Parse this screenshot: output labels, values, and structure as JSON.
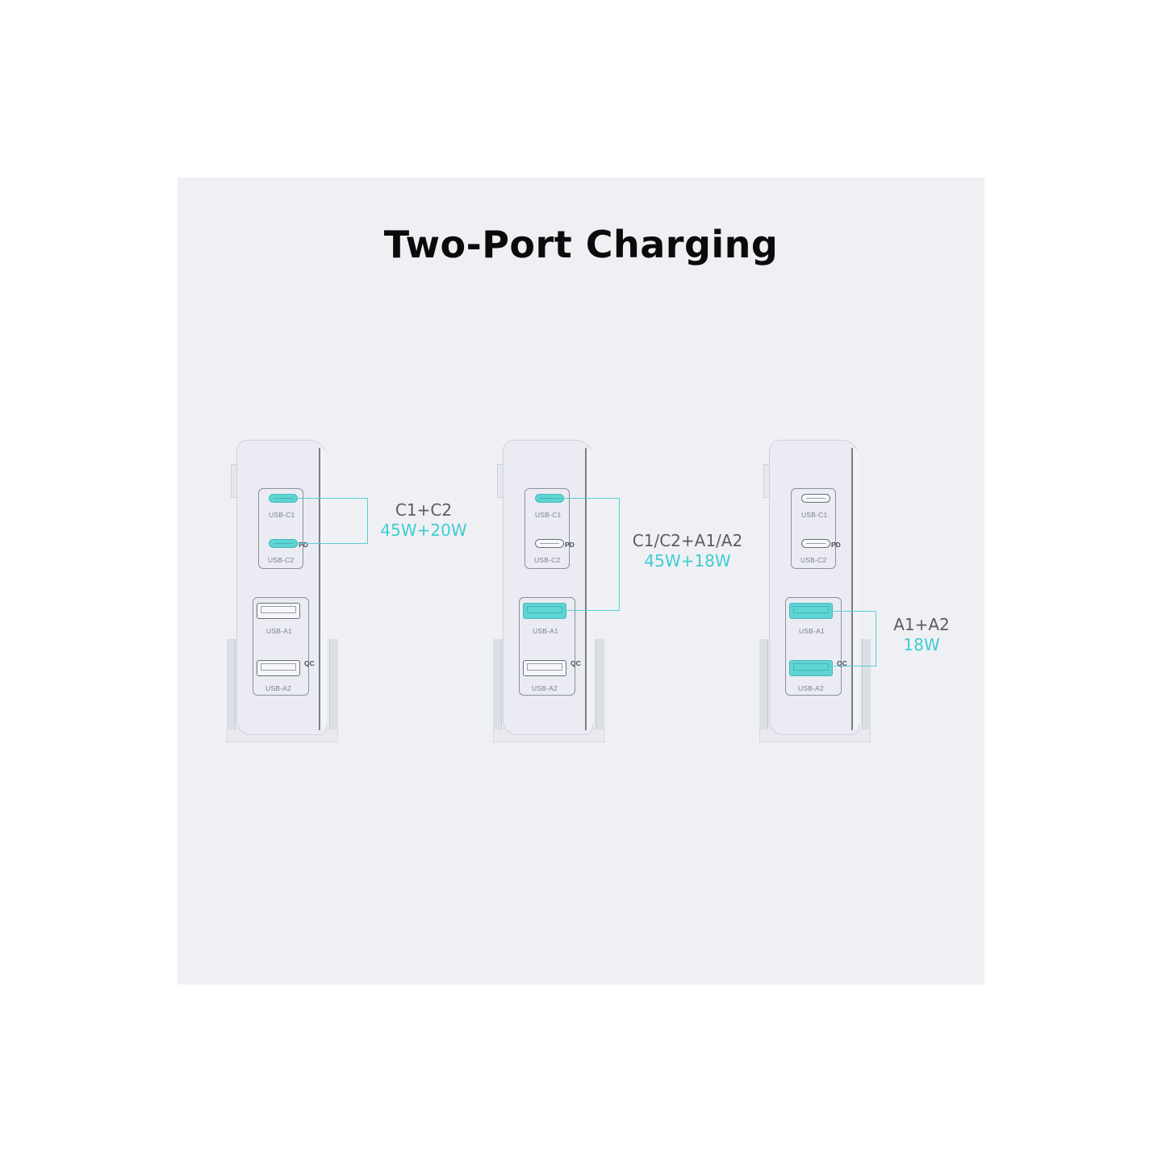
{
  "title": "Two-Port Charging",
  "colors": {
    "accent": "#3fcdd1",
    "panel_bg": "#eff0f4",
    "title": "#0b0b0b",
    "caption": "#5a5c62"
  },
  "port_labels": {
    "c1": "USB-C1",
    "c2": "USB-C2",
    "a1": "USB-A1",
    "a2": "USB-A2",
    "pd": "PD",
    "qc": "QC"
  },
  "configs": [
    {
      "combo": "C1+C2",
      "wattage": "45W+20W",
      "active_ports": [
        "USB-C1",
        "USB-C2"
      ]
    },
    {
      "combo": "C1/C2+A1/A2",
      "wattage": "45W+18W",
      "active_ports": [
        "USB-C1",
        "USB-A1"
      ]
    },
    {
      "combo": "A1+A2",
      "wattage": "18W",
      "active_ports": [
        "USB-A1",
        "USB-A2"
      ]
    }
  ]
}
